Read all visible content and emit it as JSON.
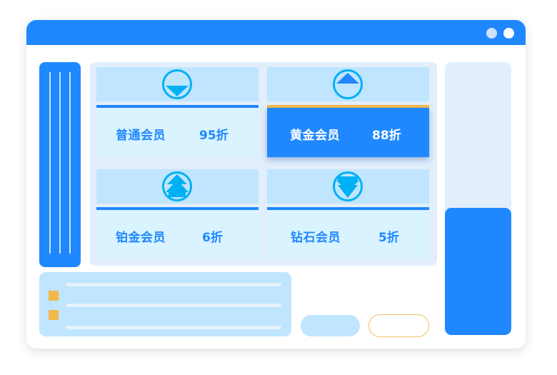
{
  "window": {
    "titlebar_color": "#1f88ff",
    "controls": [
      {
        "name": "window-dot-1",
        "color": "#cfe2fb"
      },
      {
        "name": "window-dot-2",
        "color": "#ffffff"
      }
    ]
  },
  "membership": {
    "cards": [
      {
        "name": "普通会员",
        "discount": "95折",
        "icon": "circle-arrow-down-icon",
        "active": false
      },
      {
        "name": "黄金会员",
        "discount": "88折",
        "icon": "circle-arrow-up-icon",
        "active": true
      },
      {
        "name": "铂金会员",
        "discount": "6折",
        "icon": "circle-double-arrow-up-icon",
        "active": false
      },
      {
        "name": "钻石会员",
        "discount": "5折",
        "icon": "circle-double-arrow-down-icon",
        "active": false
      }
    ]
  },
  "colors": {
    "primary": "#1f88ff",
    "accent": "#f2b84a",
    "light_blue": "#bfe5ff",
    "pale_blue": "#d9f3ff",
    "panel_bg": "#e2eefb",
    "icon_cyan": "#00b0f5"
  }
}
